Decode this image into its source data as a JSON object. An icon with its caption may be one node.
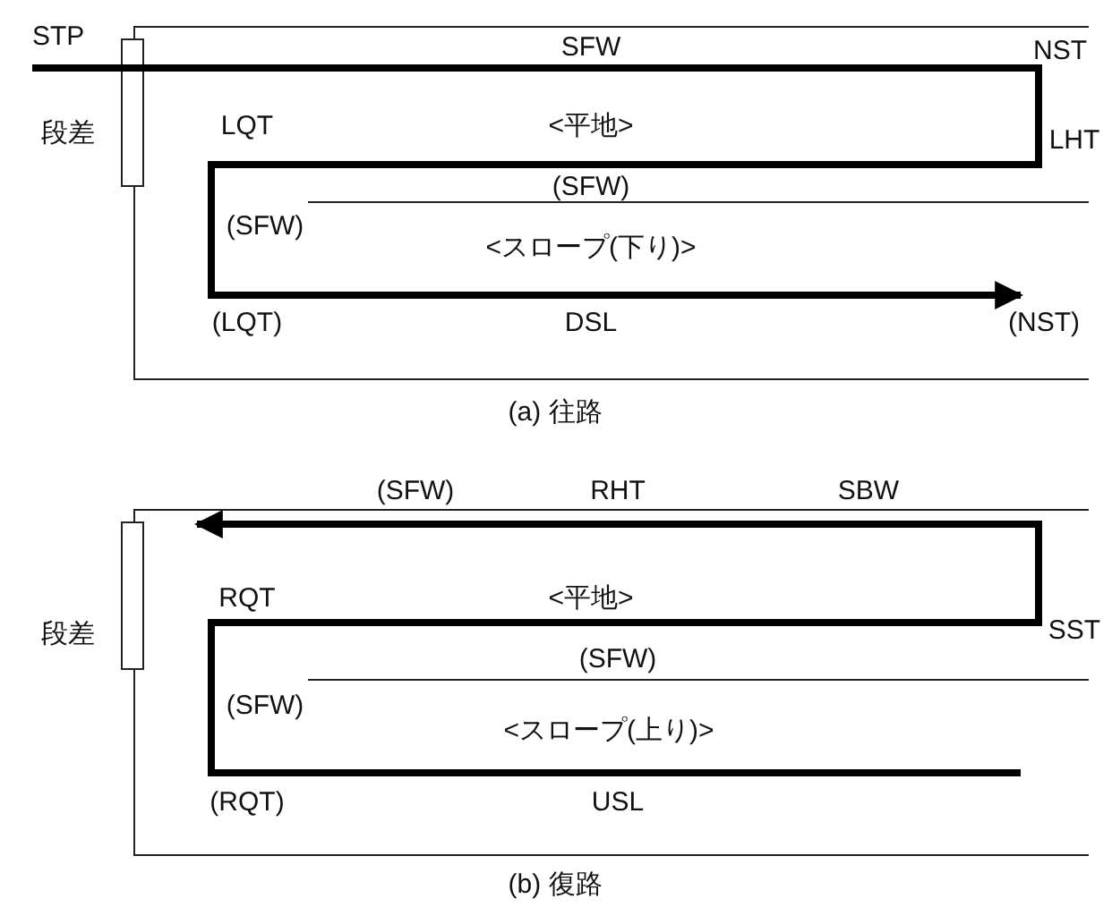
{
  "diagram": {
    "labels": [
      "STP",
      "SFW",
      "NST",
      "段差",
      "LQT",
      "<平地>",
      "LHT",
      "(SFW)",
      "(SFW)",
      "<スロープ(下り)>",
      "(LQT)",
      "DSL",
      "(NST)",
      "(a) 往路",
      "(SFW)",
      "RHT",
      "SBW",
      "段差",
      "RQT",
      "<平地>",
      "SST",
      "(SFW)",
      "(SFW)",
      "<スロープ(上り)>",
      "(RQT)",
      "USL",
      "(b) 復路"
    ]
  }
}
